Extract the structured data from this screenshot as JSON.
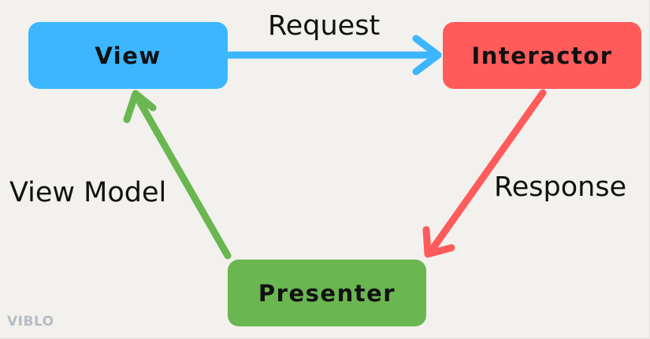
{
  "diagram": {
    "nodes": {
      "view": {
        "label": "View",
        "color": "#3bb6ff"
      },
      "interactor": {
        "label": "Interactor",
        "color": "#ff5b5b"
      },
      "presenter": {
        "label": "Presenter",
        "color": "#6ab651"
      }
    },
    "edges": {
      "request": {
        "label": "Request",
        "color": "#3bb6ff"
      },
      "response": {
        "label": "Response",
        "color": "#ff5b5b"
      },
      "view_model": {
        "label": "View Model",
        "color": "#6ab651"
      }
    }
  },
  "watermark": {
    "text": "VIBLO"
  },
  "colors": {
    "background": "#f2f1ee",
    "text": "#111111"
  }
}
